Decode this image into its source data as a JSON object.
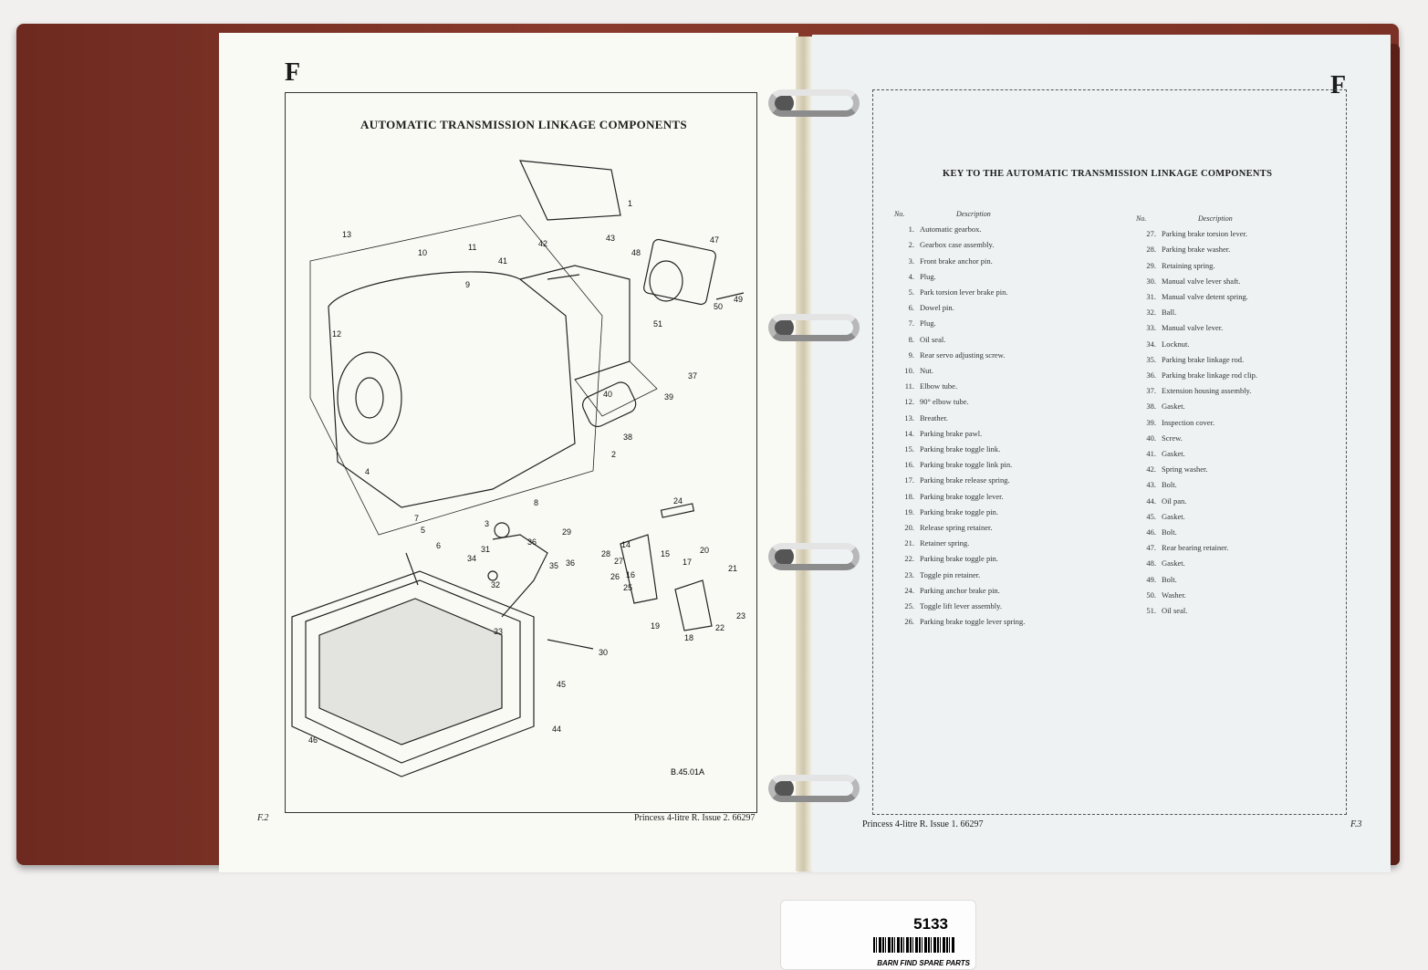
{
  "left_page": {
    "section_letter": "F",
    "title": "AUTOMATIC TRANSMISSION LINKAGE COMPONENTS",
    "drawing_ref": "B.45.01A",
    "page_number": "F.2",
    "footer": "Princess 4-litre R.   Issue 2.   66297",
    "callouts": [
      "1",
      "13",
      "42",
      "43",
      "47",
      "10",
      "11",
      "48",
      "9",
      "41",
      "49",
      "50",
      "51",
      "12",
      "37",
      "40",
      "39",
      "38",
      "2",
      "4",
      "8",
      "7",
      "3",
      "5",
      "6",
      "24",
      "29",
      "31",
      "36",
      "14",
      "15",
      "20",
      "34",
      "28",
      "27",
      "36",
      "35",
      "17",
      "21",
      "16",
      "26",
      "32",
      "25",
      "19",
      "22",
      "23",
      "18",
      "33",
      "30",
      "45",
      "44",
      "46"
    ]
  },
  "right_page": {
    "section_letter": "F",
    "title": "KEY TO THE AUTOMATIC TRANSMISSION LINKAGE COMPONENTS",
    "col_no": "No.",
    "col_desc": "Description",
    "items_left": [
      [
        "1.",
        "Automatic gearbox."
      ],
      [
        "2.",
        "Gearbox case assembly."
      ],
      [
        "3.",
        "Front brake anchor pin."
      ],
      [
        "4.",
        "Plug."
      ],
      [
        "5.",
        "Park torsion lever brake pin."
      ],
      [
        "6.",
        "Dowel pin."
      ],
      [
        "7.",
        "Plug."
      ],
      [
        "8.",
        "Oil seal."
      ],
      [
        "9.",
        "Rear servo adjusting screw."
      ],
      [
        "10.",
        "Nut."
      ],
      [
        "11.",
        "Elbow tube."
      ],
      [
        "12.",
        "90° elbow tube."
      ],
      [
        "13.",
        "Breather."
      ],
      [
        "14.",
        "Parking brake pawl."
      ],
      [
        "15.",
        "Parking brake toggle link."
      ],
      [
        "16.",
        "Parking brake toggle link pin."
      ],
      [
        "17.",
        "Parking brake release spring."
      ],
      [
        "18.",
        "Parking brake toggle lever."
      ],
      [
        "19.",
        "Parking brake toggle pin."
      ],
      [
        "20.",
        "Release spring retainer."
      ],
      [
        "21.",
        "Retainer spring."
      ],
      [
        "22.",
        "Parking brake toggle pin."
      ],
      [
        "23.",
        "Toggle pin retainer."
      ],
      [
        "24.",
        "Parking anchor brake pin."
      ],
      [
        "25.",
        "Toggle lift lever assembly."
      ],
      [
        "26.",
        "Parking brake toggle lever spring."
      ]
    ],
    "items_right": [
      [
        "27.",
        "Parking brake torsion lever."
      ],
      [
        "28.",
        "Parking brake washer."
      ],
      [
        "29.",
        "Retaining spring."
      ],
      [
        "30.",
        "Manual valve lever shaft."
      ],
      [
        "31.",
        "Manual valve detent spring."
      ],
      [
        "32.",
        "Ball."
      ],
      [
        "33.",
        "Manual valve lever."
      ],
      [
        "34.",
        "Locknut."
      ],
      [
        "35.",
        "Parking brake linkage rod."
      ],
      [
        "36.",
        "Parking brake linkage rod clip."
      ],
      [
        "37.",
        "Extension housing assembly."
      ],
      [
        "38.",
        "Gasket."
      ],
      [
        "39.",
        "Inspection cover."
      ],
      [
        "40.",
        "Screw."
      ],
      [
        "41.",
        "Gasket."
      ],
      [
        "42.",
        "Spring washer."
      ],
      [
        "43.",
        "Bolt."
      ],
      [
        "44.",
        "Oil pan."
      ],
      [
        "45.",
        "Gasket."
      ],
      [
        "46.",
        "Bolt."
      ],
      [
        "47.",
        "Rear bearing retainer."
      ],
      [
        "48.",
        "Gasket."
      ],
      [
        "49.",
        "Bolt."
      ],
      [
        "50.",
        "Washer."
      ],
      [
        "51.",
        "Oil seal."
      ]
    ],
    "footer": "Princess 4-litre R.   Issue 1.   66297",
    "page_number": "F.3"
  },
  "sticker": {
    "number": "5133",
    "text": "BARN FIND SPARE PARTS"
  }
}
